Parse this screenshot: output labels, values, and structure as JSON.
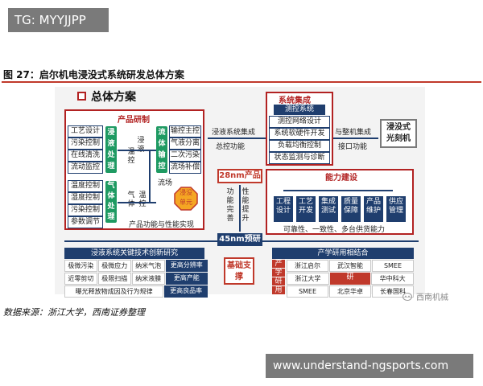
{
  "watermark_top": "TG: MYYJJPP",
  "figure_title": "图 27：启尔机电浸没式系统研发总体方案",
  "overall_plan": "总体方案",
  "product_dev": {
    "title": "产品研制",
    "list_a": [
      "工艺设计",
      "污染控制",
      "在线清洗",
      "流动监控"
    ],
    "list_b": [
      "温度控制",
      "湿度控制",
      "污染控制",
      "参数调节"
    ],
    "liquid_proc": "浸液处理",
    "gas_proc": "气体处理",
    "flow_ctrl": "流体输控",
    "label_immersion": "浸液",
    "label_temp": "温控",
    "label_gas": "气体",
    "label_temp2": "温控",
    "list_c": [
      "输控主控",
      "气液分离",
      "二次污染",
      "流场补偿"
    ],
    "label_flowfield": "流场",
    "nozzle_unit": "浸没单元",
    "caption": "产品功能与性能实现"
  },
  "system_integration": {
    "title": "系统集成",
    "test_system": "测控系统",
    "items": [
      "测控网络设计",
      "系统软硬件开发",
      "负载均衡控制",
      "状态监测与诊断"
    ],
    "label_integration": "浸液系统集成",
    "label_master": "总控功能",
    "label_machine": "与整机集成",
    "label_interface": "接口功能",
    "lithography": "浸没式光刻机"
  },
  "capability": {
    "title": "能力建设",
    "items": [
      "工程设计",
      "工艺开发",
      "集成测试",
      "质量保障",
      "产品维护",
      "供应管理"
    ],
    "caption": "可靠性、一致性、多台供货能力"
  },
  "node_28nm": "28nm产品",
  "perf_perfect": "功能完善",
  "perf_improve": "性能提升",
  "node_45nm": "45nm预研",
  "base_support": "基础支撑",
  "key_tech": {
    "title": "浸液系统关键技术创新研究",
    "rows": [
      [
        "极微污染",
        "极微应力",
        "纳米气泡",
        "更高分辨率"
      ],
      [
        "近零剪切",
        "极限扫描",
        "纳米液膜",
        "更高产能"
      ],
      [
        "曝光释放物成因及行为规律",
        "更高良品率"
      ]
    ]
  },
  "industry": {
    "title": "产学研用相结合",
    "side": [
      "产",
      "学",
      "研",
      "用"
    ],
    "rows": [
      [
        "浙江启尔",
        "武汉智能",
        "SMEE"
      ],
      [
        "浙江大学",
        "研",
        "华中科大"
      ],
      [
        "SMEE",
        "北京华卓",
        "长春国科"
      ]
    ]
  },
  "brand": "西南机械",
  "source": "数据来源：浙江大学，西南证券整理",
  "watermark_bottom": "www.understand-ngsports.com"
}
